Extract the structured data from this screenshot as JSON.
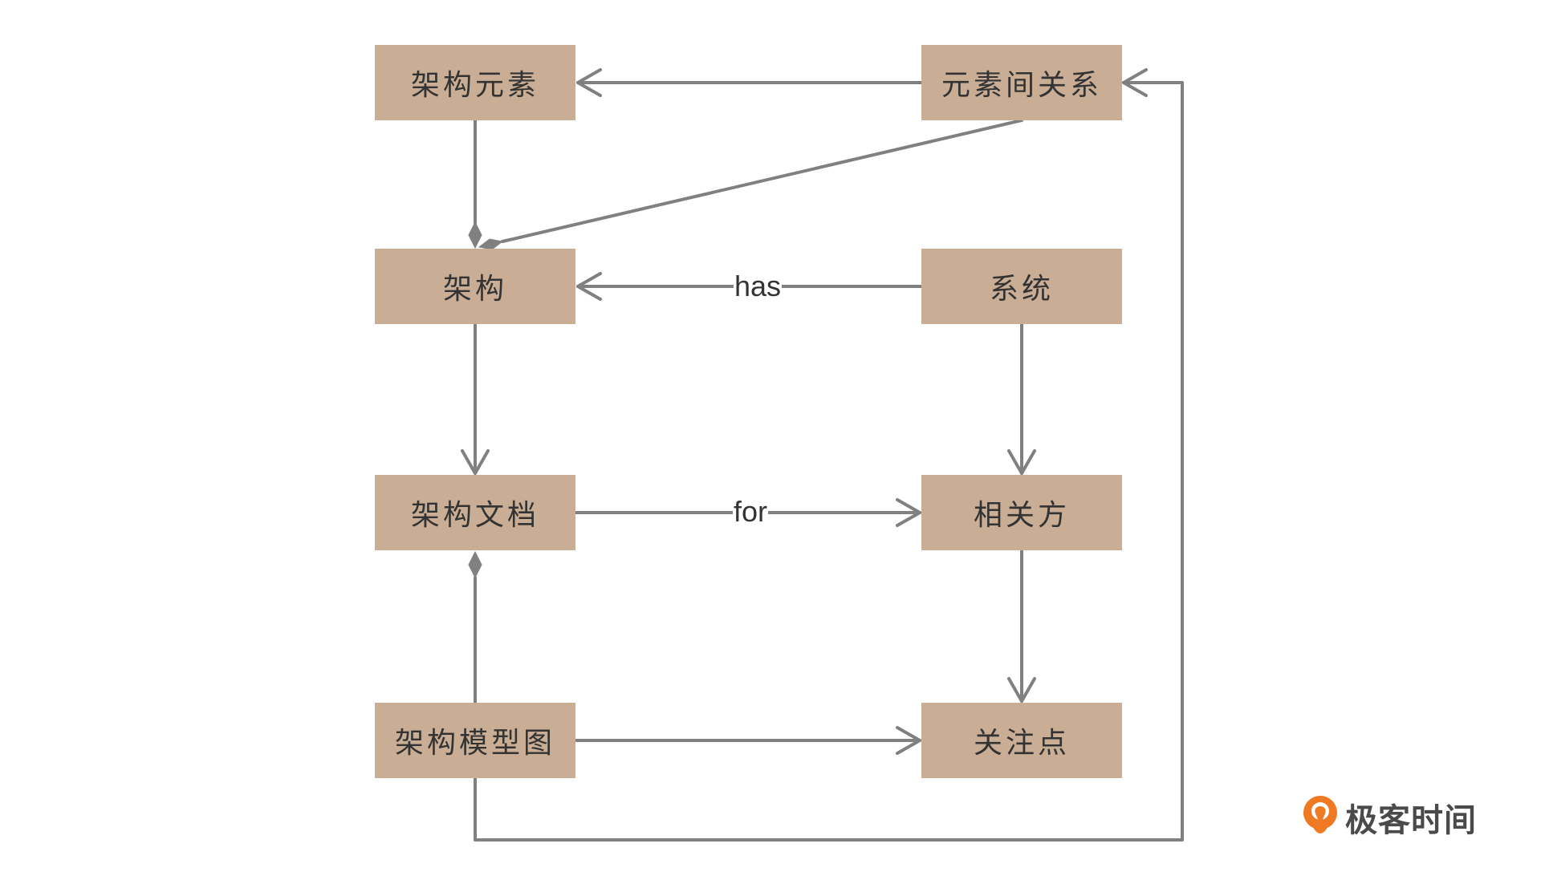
{
  "diagram": {
    "nodes": {
      "architecture_elements": "架构元素",
      "element_relationships": "元素间关系",
      "architecture": "架构",
      "system": "系统",
      "architecture_document": "架构文档",
      "stakeholders": "相关方",
      "architecture_model_diagram": "架构模型图",
      "concerns": "关注点"
    },
    "edge_labels": {
      "system_to_architecture": "has",
      "document_to_stakeholders": "for"
    }
  },
  "brand": {
    "name": "极客时间",
    "logo_icon": "geektime-logo-icon"
  },
  "colors": {
    "node_fill": "#C9AE95",
    "edge": "#808080",
    "text": "#333333",
    "brand_orange": "#F07A23",
    "brand_text": "#4A4A4A"
  }
}
